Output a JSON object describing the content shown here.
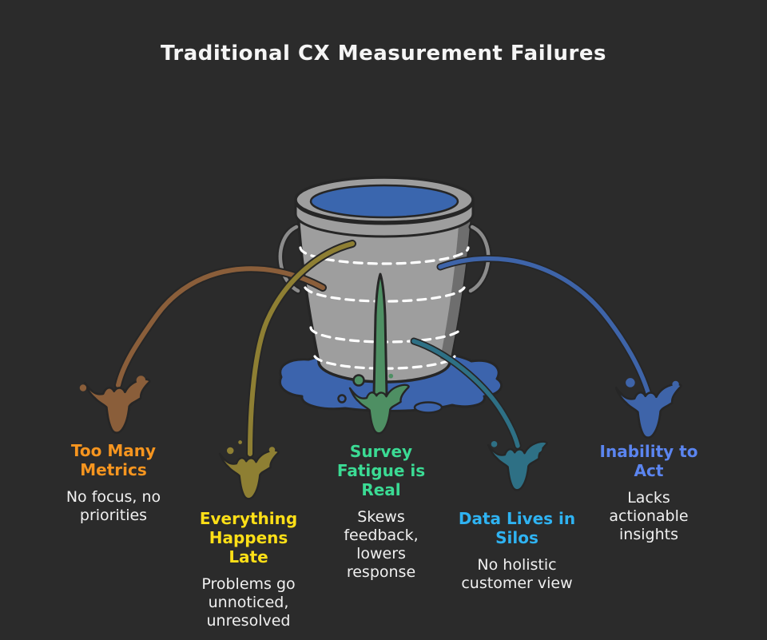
{
  "title": "Traditional CX Measurement Failures",
  "colors": {
    "background": "#2b2b2b",
    "outline": "#262626",
    "bucket": "#9e9e9e",
    "bucket_shade": "#6e6e6e",
    "handle": "#8c8c8c",
    "water": "#3a66ae",
    "puddle": "#3c64ad",
    "dashed_lines": "#ffffff",
    "title_text": "#f5f5f5",
    "description_text": "#f0f0f0"
  },
  "failures": [
    {
      "id": "too-many-metrics",
      "label": "Too Many Metrics",
      "label_lines": [
        "Too Many",
        "Metrics"
      ],
      "description": "No focus, no priorities",
      "description_lines": [
        "No focus, no",
        "priorities"
      ],
      "label_color": "#f6951f",
      "stream_color": "#8a5e3a"
    },
    {
      "id": "everything-happens-late",
      "label": "Everything Happens Late",
      "label_lines": [
        "Everything",
        "Happens",
        "Late"
      ],
      "description": "Problems go unnoticed, unresolved",
      "description_lines": [
        "Problems go",
        "unnoticed,",
        "unresolved"
      ],
      "label_color": "#ffdf17",
      "stream_color": "#8e7f33"
    },
    {
      "id": "survey-fatigue-is-real",
      "label": "Survey Fatigue is Real",
      "label_lines": [
        "Survey",
        "Fatigue is",
        "Real"
      ],
      "description": "Skews feedback, lowers response",
      "description_lines": [
        "Skews",
        "feedback,",
        "lowers",
        "response"
      ],
      "label_color": "#3bdb94",
      "stream_color": "#4e8f63"
    },
    {
      "id": "data-lives-in-silos",
      "label": "Data Lives in Silos",
      "label_lines": [
        "Data Lives in",
        "Silos"
      ],
      "description": "No holistic customer view",
      "description_lines": [
        "No holistic",
        "customer view"
      ],
      "label_color": "#2fb3f2",
      "stream_color": "#2e7085"
    },
    {
      "id": "inability-to-act",
      "label": "Inability to Act",
      "label_lines": [
        "Inability to",
        "Act"
      ],
      "description": "Lacks actionable insights",
      "description_lines": [
        "Lacks",
        "actionable",
        "insights"
      ],
      "label_color": "#5b85f0",
      "stream_color": "#3e64a9"
    }
  ]
}
